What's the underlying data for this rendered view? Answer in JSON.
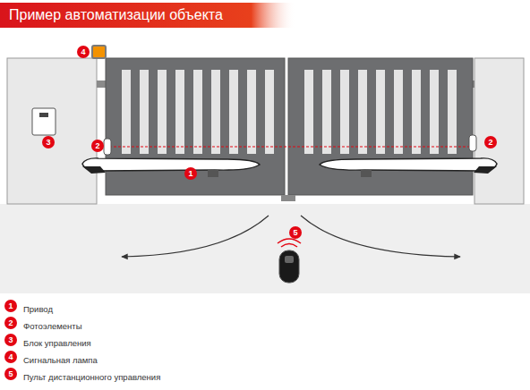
{
  "diagram": {
    "title": "Пример автоматизации объекта",
    "labels": [
      "4",
      "3",
      "2",
      "2",
      "1",
      "5",
      "1",
      "2",
      "3",
      "4",
      "5"
    ],
    "legend": [
      {
        "text": "Привод"
      },
      {
        "text": "Фотоэлементы"
      },
      {
        "text": "Блок управления"
      },
      {
        "text": "Сигнальная лампа"
      },
      {
        "text": "Пульт дистанционного управления"
      }
    ]
  }
}
